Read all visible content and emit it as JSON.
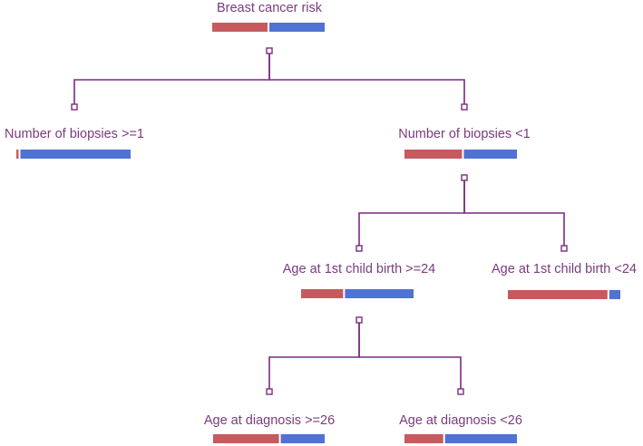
{
  "title": "Breast cancer risk",
  "colors": {
    "label": "#7a3b7e",
    "edge": "#7a2c7e",
    "class_a": "#c65a5f",
    "class_b": "#4f72d4"
  },
  "nodes": [
    {
      "id": "root",
      "label": "Breast cancer risk",
      "share_a": 0.5
    },
    {
      "id": "biopsies-ge1",
      "label": "Number of biopsies >=1",
      "share_a": 0.02
    },
    {
      "id": "biopsies-lt1",
      "label": "Number of biopsies <1",
      "share_a": 0.52
    },
    {
      "id": "age-birth-ge24",
      "label": "Age at 1st child birth >=24",
      "share_a": 0.38
    },
    {
      "id": "age-birth-lt24",
      "label": "Age at 1st child birth <24",
      "share_a": 0.9
    },
    {
      "id": "age-diag-ge26",
      "label": "Age at diagnosis >=26",
      "share_a": 0.6
    },
    {
      "id": "age-diag-lt26",
      "label": "Age at diagnosis <26",
      "share_a": 0.35
    }
  ],
  "edges": [
    {
      "from": "root",
      "to": "biopsies-ge1"
    },
    {
      "from": "root",
      "to": "biopsies-lt1"
    },
    {
      "from": "biopsies-lt1",
      "to": "age-birth-ge24"
    },
    {
      "from": "biopsies-lt1",
      "to": "age-birth-lt24"
    },
    {
      "from": "age-birth-ge24",
      "to": "age-diag-ge26"
    },
    {
      "from": "age-birth-ge24",
      "to": "age-diag-lt26"
    }
  ]
}
